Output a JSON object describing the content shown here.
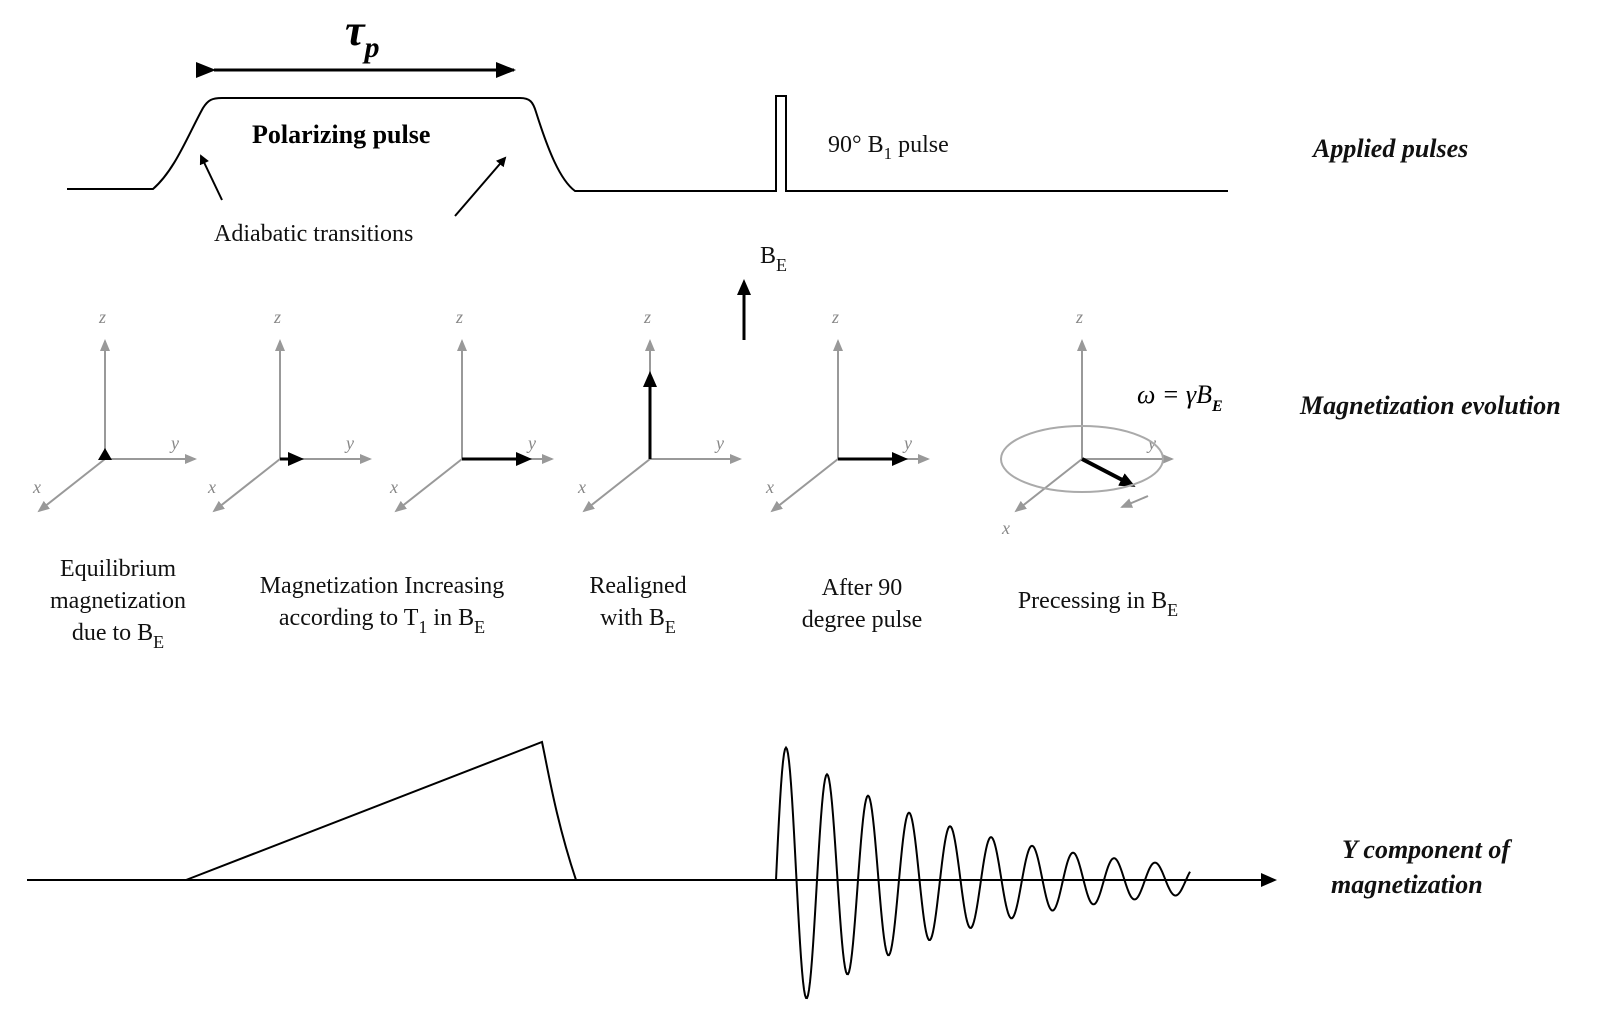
{
  "labels": {
    "tau": "τ",
    "tau_sub": "p",
    "polarizing_pulse": "Polarizing pulse",
    "adiabatic": "Adiabatic transitions",
    "b1_pre": "90° B",
    "b1_sub": "1",
    "b1_post": " pulse",
    "be_main": "B",
    "be_sub": "E",
    "omega_eq": "ω = γB",
    "omega_sub": "E"
  },
  "row_labels": {
    "applied": "Applied pulses",
    "magnetization": "Magnetization evolution",
    "ycomp_line1": "Y component of",
    "ycomp_line2": "magnetization"
  },
  "axis_labels": {
    "x": "x",
    "y": "y",
    "z": "z"
  },
  "frames": [
    {
      "lines": [
        [
          "Equilibrium"
        ],
        [
          "magnetization"
        ],
        [
          "due to B",
          "E"
        ]
      ]
    },
    {
      "lines": [
        [
          "Magnetization Increasing"
        ],
        [
          "according to T",
          "1",
          " in B",
          "E"
        ]
      ]
    },
    {
      "lines": [
        [
          "Realigned"
        ],
        [
          "with B",
          "E"
        ]
      ]
    },
    {
      "lines": [
        [
          "After 90"
        ],
        [
          "degree pulse"
        ]
      ]
    },
    {
      "lines": [
        [
          "Precessing in B",
          "E"
        ]
      ]
    }
  ]
}
